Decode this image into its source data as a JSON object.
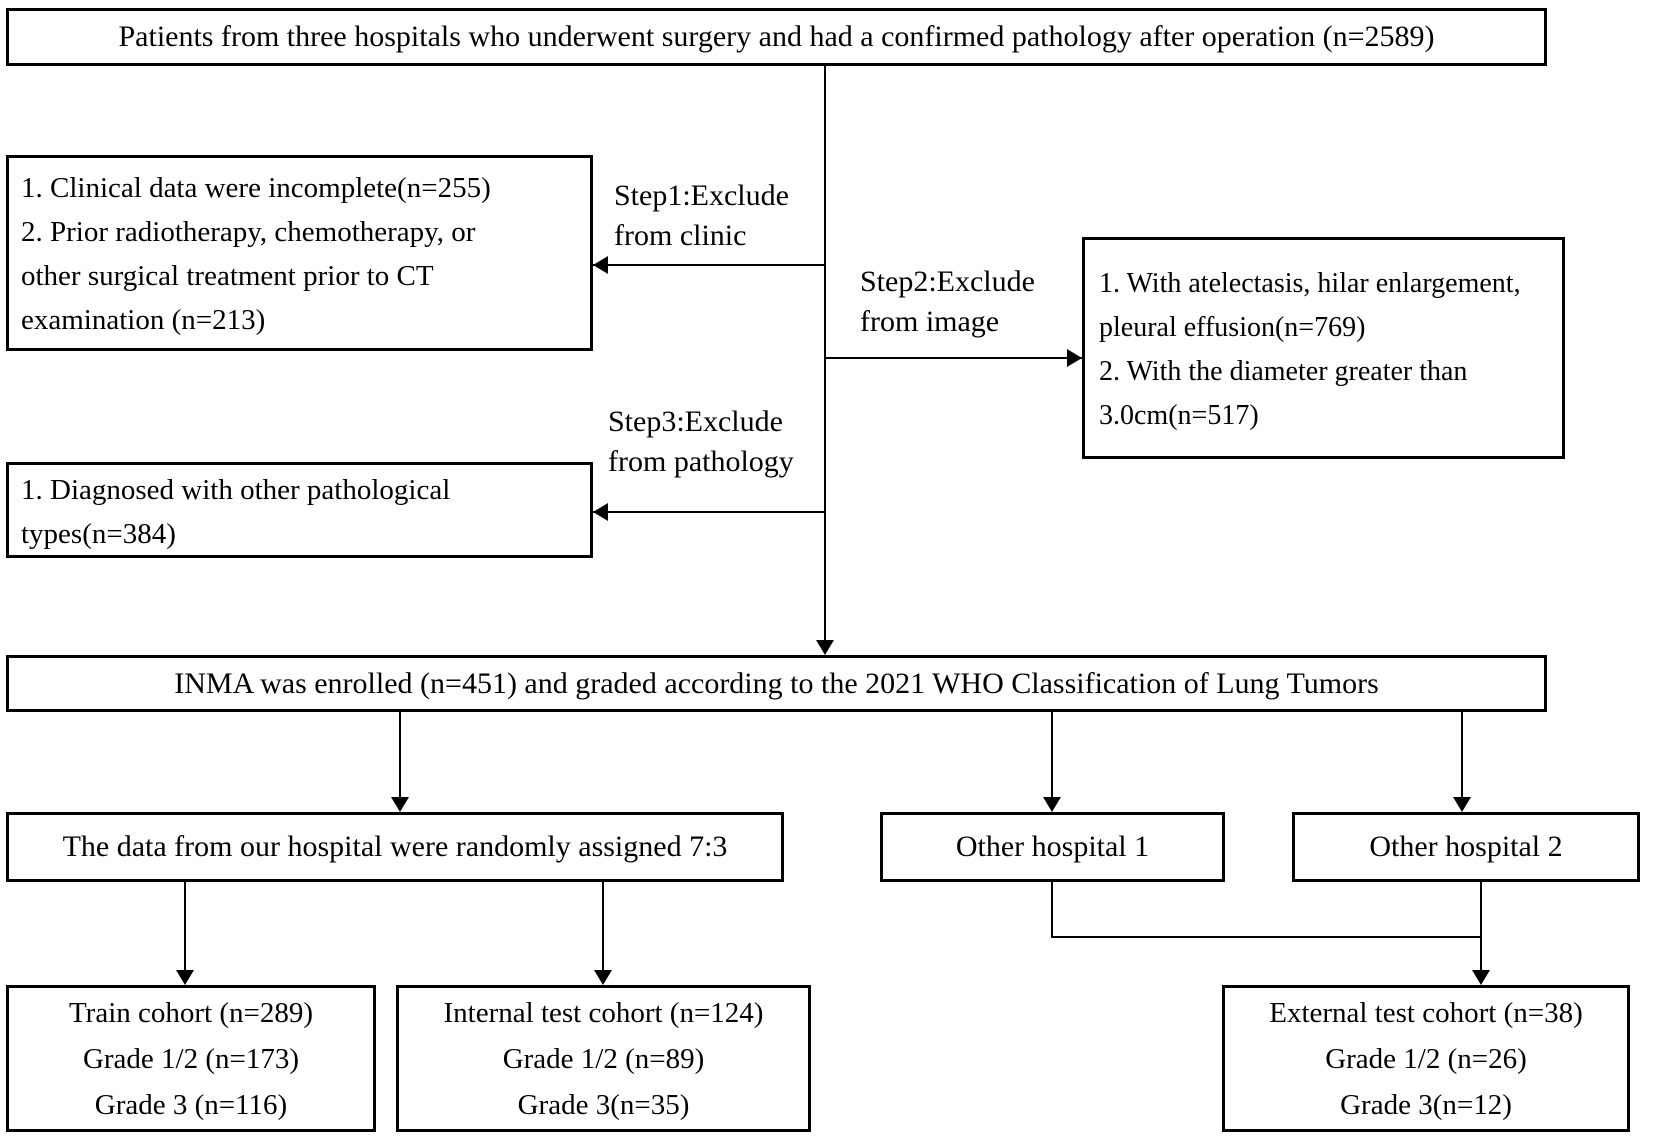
{
  "figure": {
    "background": "#ffffff",
    "line_color": "#000000",
    "boxes": {
      "patients": "Patients from three hospitals who underwent surgery and had a confirmed pathology after operation (n=2589)",
      "clinical_exclusion": [
        "1. Clinical data were incomplete(n=255)",
        "2. Prior radiotherapy, chemotherapy, or",
        "other surgical treatment prior to CT",
        "examination (n=213)"
      ],
      "image_exclusion": [
        "1. With atelectasis, hilar enlargement,",
        "pleural effusion(n=769)",
        "2. With the diameter greater than",
        "3.0cm(n=517)"
      ],
      "pathology_exclusion": [
        "1. Diagnosed with other pathological",
        "types(n=384)"
      ],
      "enrolled": "INMA was enrolled (n=451) and graded according to the 2021 WHO Classification of Lung Tumors",
      "assignment": "The data from our hospital were randomly assigned 7:3",
      "other_hospital_1": "Other hospital 1",
      "other_hospital_2": "Other hospital 2",
      "train_cohort": [
        "Train cohort (n=289)",
        "Grade 1/2 (n=173)",
        "Grade 3 (n=116)"
      ],
      "internal_test_cohort": [
        "Internal test cohort (n=124)",
        "Grade 1/2 (n=89)",
        "Grade 3(n=35)"
      ],
      "external_test_cohort": [
        "External test cohort (n=38)",
        "Grade 1/2 (n=26)",
        "Grade 3(n=12)"
      ]
    },
    "labels": {
      "step1": [
        "Step1:Exclude",
        "from clinic"
      ],
      "step2": [
        "Step2:Exclude",
        "from image"
      ],
      "step3": [
        "Step3:Exclude",
        "from pathology"
      ]
    }
  }
}
